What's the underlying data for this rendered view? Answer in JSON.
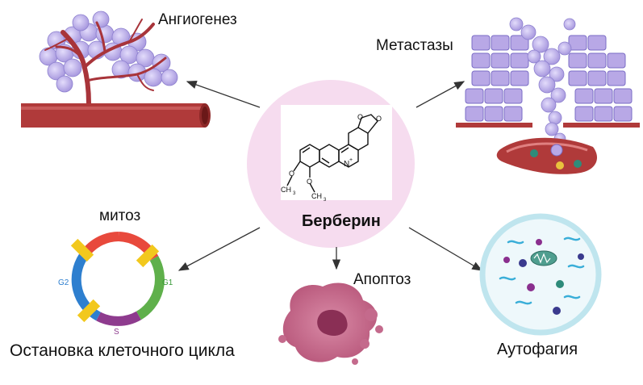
{
  "center": {
    "label": "Берберин",
    "molecule": {
      "nplus": "N",
      "charge": "+",
      "o1": "O",
      "o2": "O",
      "methoxy1": "O",
      "methoxy2": "O",
      "ch3_1": "CH",
      "ch3_2": "CH",
      "sub3": "3"
    }
  },
  "effects": {
    "angiogenesis": "Ангиогенез",
    "metastasis": "Метастазы",
    "mitosis": "митоз",
    "cell_cycle_arrest": "Остановка клеточного цикла",
    "apoptosis": "Апоптоз",
    "autophagy": "Аутофагия"
  },
  "cycle_phases": {
    "g2": "G2",
    "g1": "G1",
    "s": "S"
  },
  "colors": {
    "center_circle": "#f6dcef",
    "vessel": "#b03a3a",
    "cell": "#c9c2ee",
    "tumor_cell": "#b8a8e6",
    "apoptosis_cell": "#c46a8c",
    "arrow": "#333333",
    "autophagy_ring": "#bfe5ee"
  }
}
